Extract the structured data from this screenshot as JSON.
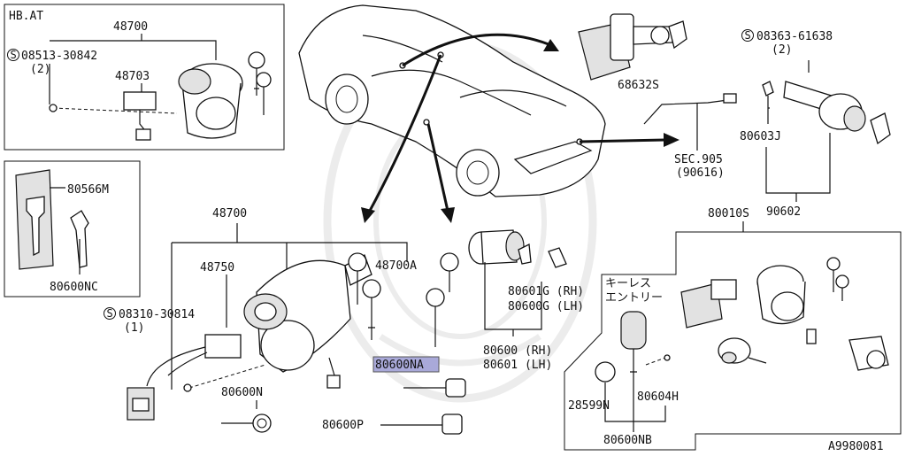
{
  "labels": {
    "hbat": "HB.AT",
    "p48700_top": "48700",
    "p08513": "08513-30842",
    "p08513_qty": "(2)",
    "p48703": "48703",
    "p80566m": "80566M",
    "p80600nc": "80600NC",
    "p48700_mid": "48700",
    "p48750": "48750",
    "p48700a": "48700A",
    "p08310": "08310-30814",
    "p08310_qty": "(1)",
    "p80600n": "80600N",
    "p80600na": "80600NA",
    "p80600p": "80600P",
    "p80601g": "80601G (RH)",
    "p80600g": "80600G (LH)",
    "p80600": "80600 (RH)",
    "p80601": "80601 (LH)",
    "p68632s": "68632S",
    "p08363": "08363-61638",
    "p08363_qty": "(2)",
    "p80603j": "80603J",
    "sec905": "SEC.905",
    "sec905_sub": "(90616)",
    "p90602": "90602",
    "p80010s": "80010S",
    "keyless_1": "キーレス",
    "keyless_2": "エントリー",
    "p28599n": "28599N",
    "p80604h": "80604H",
    "p80600nb": "80600NB",
    "figure_id": "A9980081"
  },
  "colors": {
    "line": "#111111",
    "highlight_fill": "#a9a9d9",
    "watermark": "#ececec"
  },
  "icons": {
    "screw": "circled-s-icon"
  }
}
